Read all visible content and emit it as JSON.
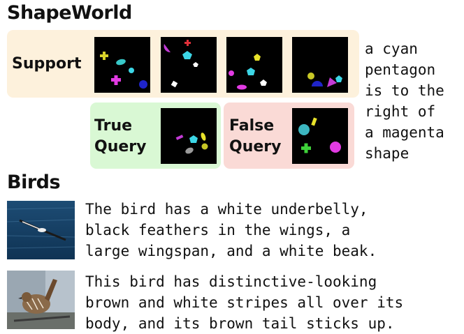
{
  "shapeworld": {
    "title": "ShapeWorld",
    "support_label": "Support",
    "true_query_label": "True\nQuery",
    "false_query_label": "False\nQuery",
    "caption": "a cyan\npentagon\nis to the\nright of\na magenta\nshape"
  },
  "birds": {
    "title": "Birds",
    "examples": [
      {
        "image_icon": "seabird-photo",
        "text": "The bird has a white underbelly,\nblack feathers in the wings, a\nlarge wingspan, and a white beak."
      },
      {
        "image_icon": "sparrow-photo",
        "text": "This bird has distinctive-looking\nbrown and white stripes all over its\nbody, and its brown tail sticks up."
      }
    ]
  },
  "colors": {
    "support_bg": "#fdf1dc",
    "true_bg": "#d9f8d4",
    "false_bg": "#fadad6",
    "cyan": "#3cd6e6",
    "magenta": "#e23be3",
    "yellow": "#e8e22a",
    "white": "#ffffff",
    "blue": "#1f24c9",
    "green": "#3ed13a",
    "gray": "#9a9a9a"
  }
}
